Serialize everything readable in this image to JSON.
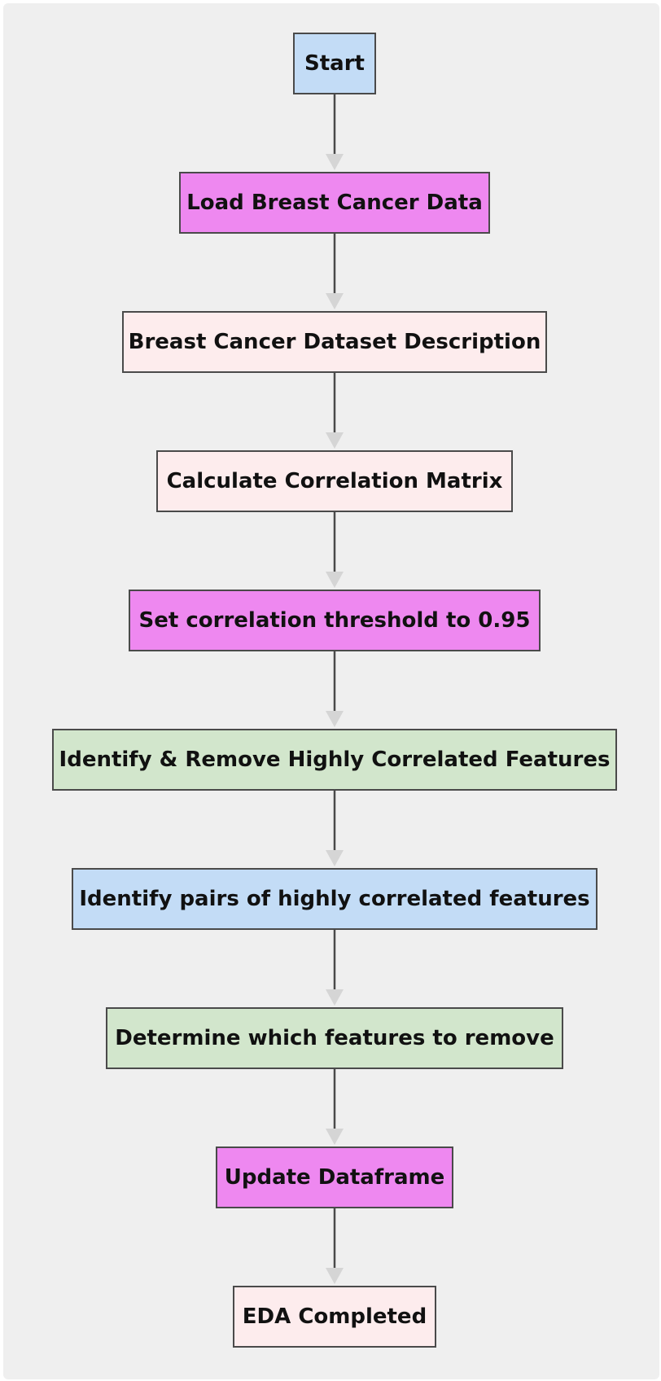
{
  "colors": {
    "blue": "#c3dcf6",
    "magenta": "#ee88f0",
    "pink": "#fdeced",
    "green": "#d2e6cc",
    "connector_line": "#4a4a4a",
    "arrow_head": "#d5d5d5",
    "background": "#efefef"
  },
  "flowchart": {
    "nodes": [
      {
        "label": "Start",
        "color": "blue"
      },
      {
        "label": "Load Breast Cancer Data",
        "color": "magenta"
      },
      {
        "label": "Breast Cancer Dataset Description",
        "color": "pink"
      },
      {
        "label": "Calculate Correlation Matrix",
        "color": "pink"
      },
      {
        "label": "Set correlation threshold to 0.95",
        "color": "magenta"
      },
      {
        "label": "Identify & Remove Highly Correlated Features",
        "color": "green"
      },
      {
        "label": "Identify pairs of highly correlated features",
        "color": "blue"
      },
      {
        "label": "Determine which features to remove",
        "color": "green"
      },
      {
        "label": "Update Dataframe",
        "color": "magenta"
      },
      {
        "label": "EDA Completed",
        "color": "pink"
      }
    ]
  }
}
